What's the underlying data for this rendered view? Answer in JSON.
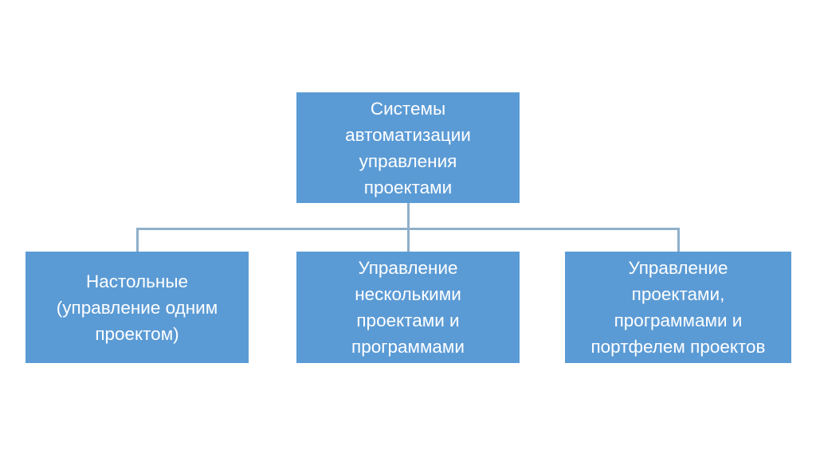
{
  "diagram": {
    "type": "hierarchy-tree",
    "background_color": "#FFFFFF",
    "node_fill_color": "#5B9BD5",
    "node_text_color": "#FFFFFF",
    "connector_color": "#8FAFC9",
    "root": {
      "label": "Системы\nавтоматизации\nуправления\nпроектами",
      "lines": [
        "Системы",
        "автоматизации",
        "управления",
        "проектами"
      ]
    },
    "children": [
      {
        "label": "Настольные\n(управление одним\nпроектом)",
        "lines": [
          "Настольные",
          "(управление одним",
          "проектом)"
        ]
      },
      {
        "label": "Управление\nнесколькими\nпроектами и\nпрограммами",
        "lines": [
          "Управление",
          "несколькими",
          "проектами и",
          "программами"
        ]
      },
      {
        "label": "Управление\nпроектами,\nпрограммами и\nпортфелем проектов",
        "lines": [
          "Управление",
          "проектами,",
          "программами и",
          "портфелем проектов"
        ]
      }
    ]
  }
}
